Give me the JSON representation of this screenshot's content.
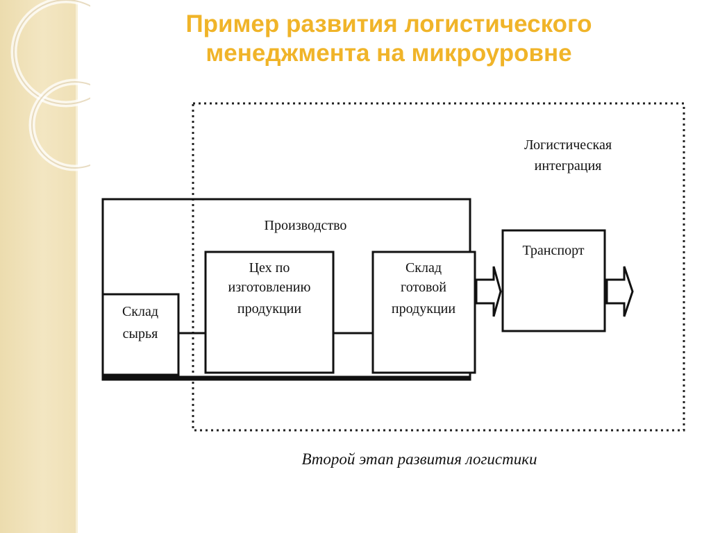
{
  "slide": {
    "title_line1": "Пример развития логистического",
    "title_line2": "менеджмента на микроуровне"
  },
  "diagram": {
    "integration_label": [
      "Логистическая",
      "интеграция"
    ],
    "production_label": "Производство",
    "raw_warehouse": [
      "Склад",
      "сырья"
    ],
    "workshop": [
      "Цех по",
      "изготовлению",
      "продукции"
    ],
    "finished_warehouse": [
      "Склад",
      "готовой",
      "продукции"
    ],
    "transport": "Транспорт",
    "caption": "Второй этап развития логистики"
  },
  "colors": {
    "title": "#f0b429",
    "side_strip": "#efe0b6"
  }
}
